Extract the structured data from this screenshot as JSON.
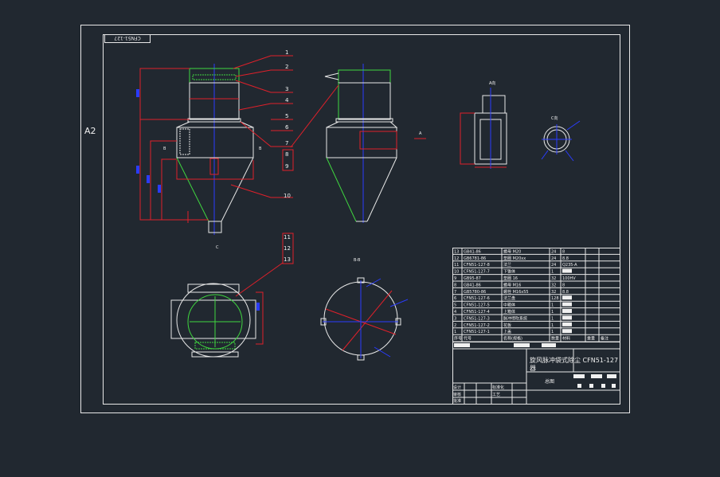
{
  "sheet_size": "A2",
  "drawing_number_stamp": "CFN51-127",
  "part_callouts": [
    "1",
    "2",
    "3",
    "4",
    "5",
    "6",
    "7",
    "8",
    "9",
    "10",
    "11",
    "12",
    "13"
  ],
  "view_labels": {
    "a_arrow": "A",
    "b_left": "B",
    "b_right": "B",
    "c_arrow": "C",
    "view_a": "A向",
    "view_c": "C向",
    "section_bb": "B-B"
  },
  "parts_list": {
    "headers": [
      "序号",
      "代号",
      "名称(规格)",
      "数量",
      "材料",
      "重量",
      "备注"
    ],
    "rows": [
      {
        "no": "13",
        "code": "GB41-86",
        "name": "螺母 M20",
        "qty": "24",
        "material": "8"
      },
      {
        "no": "12",
        "code": "GB6781-86",
        "name": "垫圈 M20xx",
        "qty": "24",
        "material": "8.8"
      },
      {
        "no": "11",
        "code": "CFN51-127-8",
        "name": "法兰",
        "qty": "24",
        "material": "Q235-A"
      },
      {
        "no": "10",
        "code": "CFN51-127-7",
        "name": "下锥体",
        "qty": "1",
        "material": ""
      },
      {
        "no": "9",
        "code": "GB95-87",
        "name": "垫圈 16",
        "qty": "32",
        "material": "100HV"
      },
      {
        "no": "8",
        "code": "GB41-86",
        "name": "螺母 M16",
        "qty": "32",
        "material": "8"
      },
      {
        "no": "7",
        "code": "GB5780-86",
        "name": "螺栓 M16x55",
        "qty": "32",
        "material": "8.8"
      },
      {
        "no": "6",
        "code": "CFN51-127-6",
        "name": "法兰盘",
        "qty": "128",
        "material": ""
      },
      {
        "no": "5",
        "code": "CFN51-127-5",
        "name": "中箱体",
        "qty": "1",
        "material": ""
      },
      {
        "no": "4",
        "code": "CFN51-127-4",
        "name": "上箱体",
        "qty": "1",
        "material": ""
      },
      {
        "no": "3",
        "code": "CFN51-127-3",
        "name": "脉冲喷吹系统",
        "qty": "1",
        "material": ""
      },
      {
        "no": "2",
        "code": "CFN51-127-2",
        "name": "花板",
        "qty": "1",
        "material": ""
      },
      {
        "no": "1",
        "code": "CFN51-127-1",
        "name": "上盖",
        "qty": "1",
        "material": ""
      }
    ]
  },
  "title_block": {
    "title": "旋风脉冲袋式除尘 CFN51-127",
    "title_line2": "器",
    "subtitle": "总图",
    "design": "设计",
    "standardization": "标准化",
    "review": "审核",
    "process": "工艺",
    "approve": "批准"
  }
}
